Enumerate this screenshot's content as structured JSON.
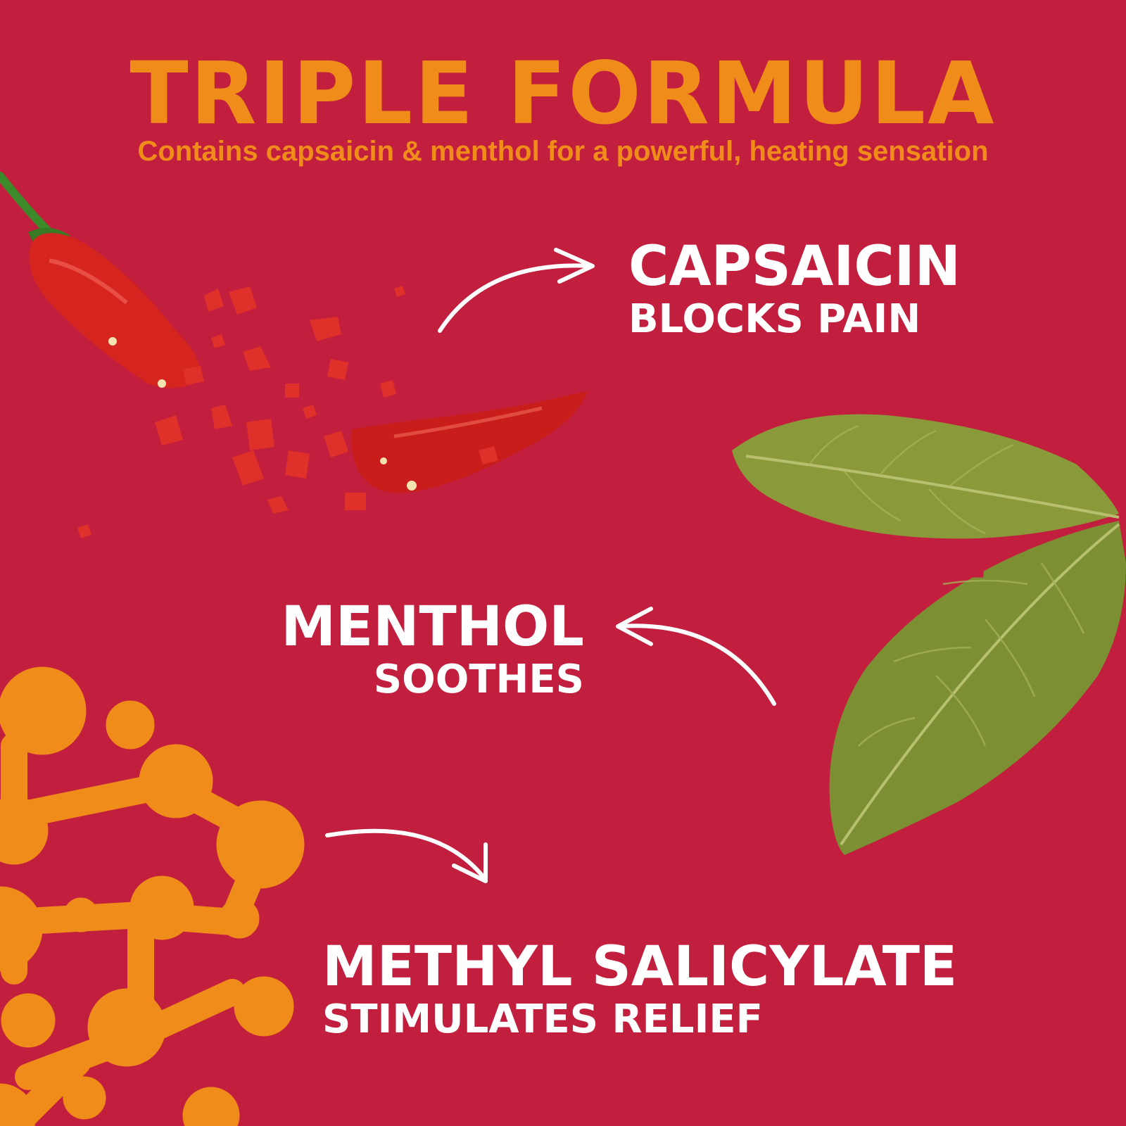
{
  "colors": {
    "background": "#c21e3e",
    "accent_orange": "#f08c1a",
    "text_white": "#ffffff",
    "pepper_red": "#d6241f",
    "leaf_green": "#8a9a3a"
  },
  "header": {
    "title": "TRIPLE FORMULA",
    "subtitle": "Contains capsaicin & menthol for a powerful, heating sensation"
  },
  "ingredients": [
    {
      "name": "CAPSAICIN",
      "benefit": "BLOCKS PAIN",
      "icon": "chili-pepper-icon"
    },
    {
      "name": "MENTHOL",
      "benefit": "SOOTHES",
      "icon": "mint-leaf-icon"
    },
    {
      "name": "METHYL SALICYLATE",
      "benefit": "STIMULATES RELIEF",
      "icon": "molecule-icon"
    }
  ]
}
